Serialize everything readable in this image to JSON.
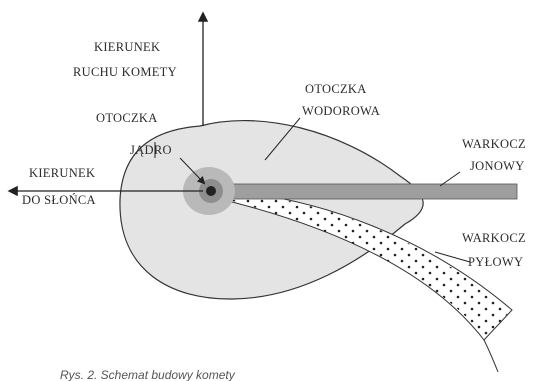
{
  "diagram": {
    "labels": {
      "motion_dir_line1": "KIERUNEK",
      "motion_dir_line2": "RUCHU KOMETY",
      "hydrogen_line1": "OTOCZKA",
      "hydrogen_line2": "WODOROWA",
      "coma": "OTOCZKA",
      "nucleus": "JĄDRO",
      "sun_dir_line1": "KIERUNEK",
      "sun_dir_line2": "DO SŁOŃCA",
      "ion_tail_line1": "WARKOCZ",
      "ion_tail_line2": "JONOWY",
      "dust_tail_line1": "WARKOCZ",
      "dust_tail_line2": "PYŁOWY"
    },
    "caption": "Rys. 2. Schemat budowy komety"
  },
  "colors": {
    "hydrogen_envelope": "#e4e4e4",
    "coma": "#b9b9b9",
    "ion_tail": "#9e9e9e",
    "dust_tail": "#ffffff",
    "nucleus": "#222222",
    "ink": "#222222"
  }
}
